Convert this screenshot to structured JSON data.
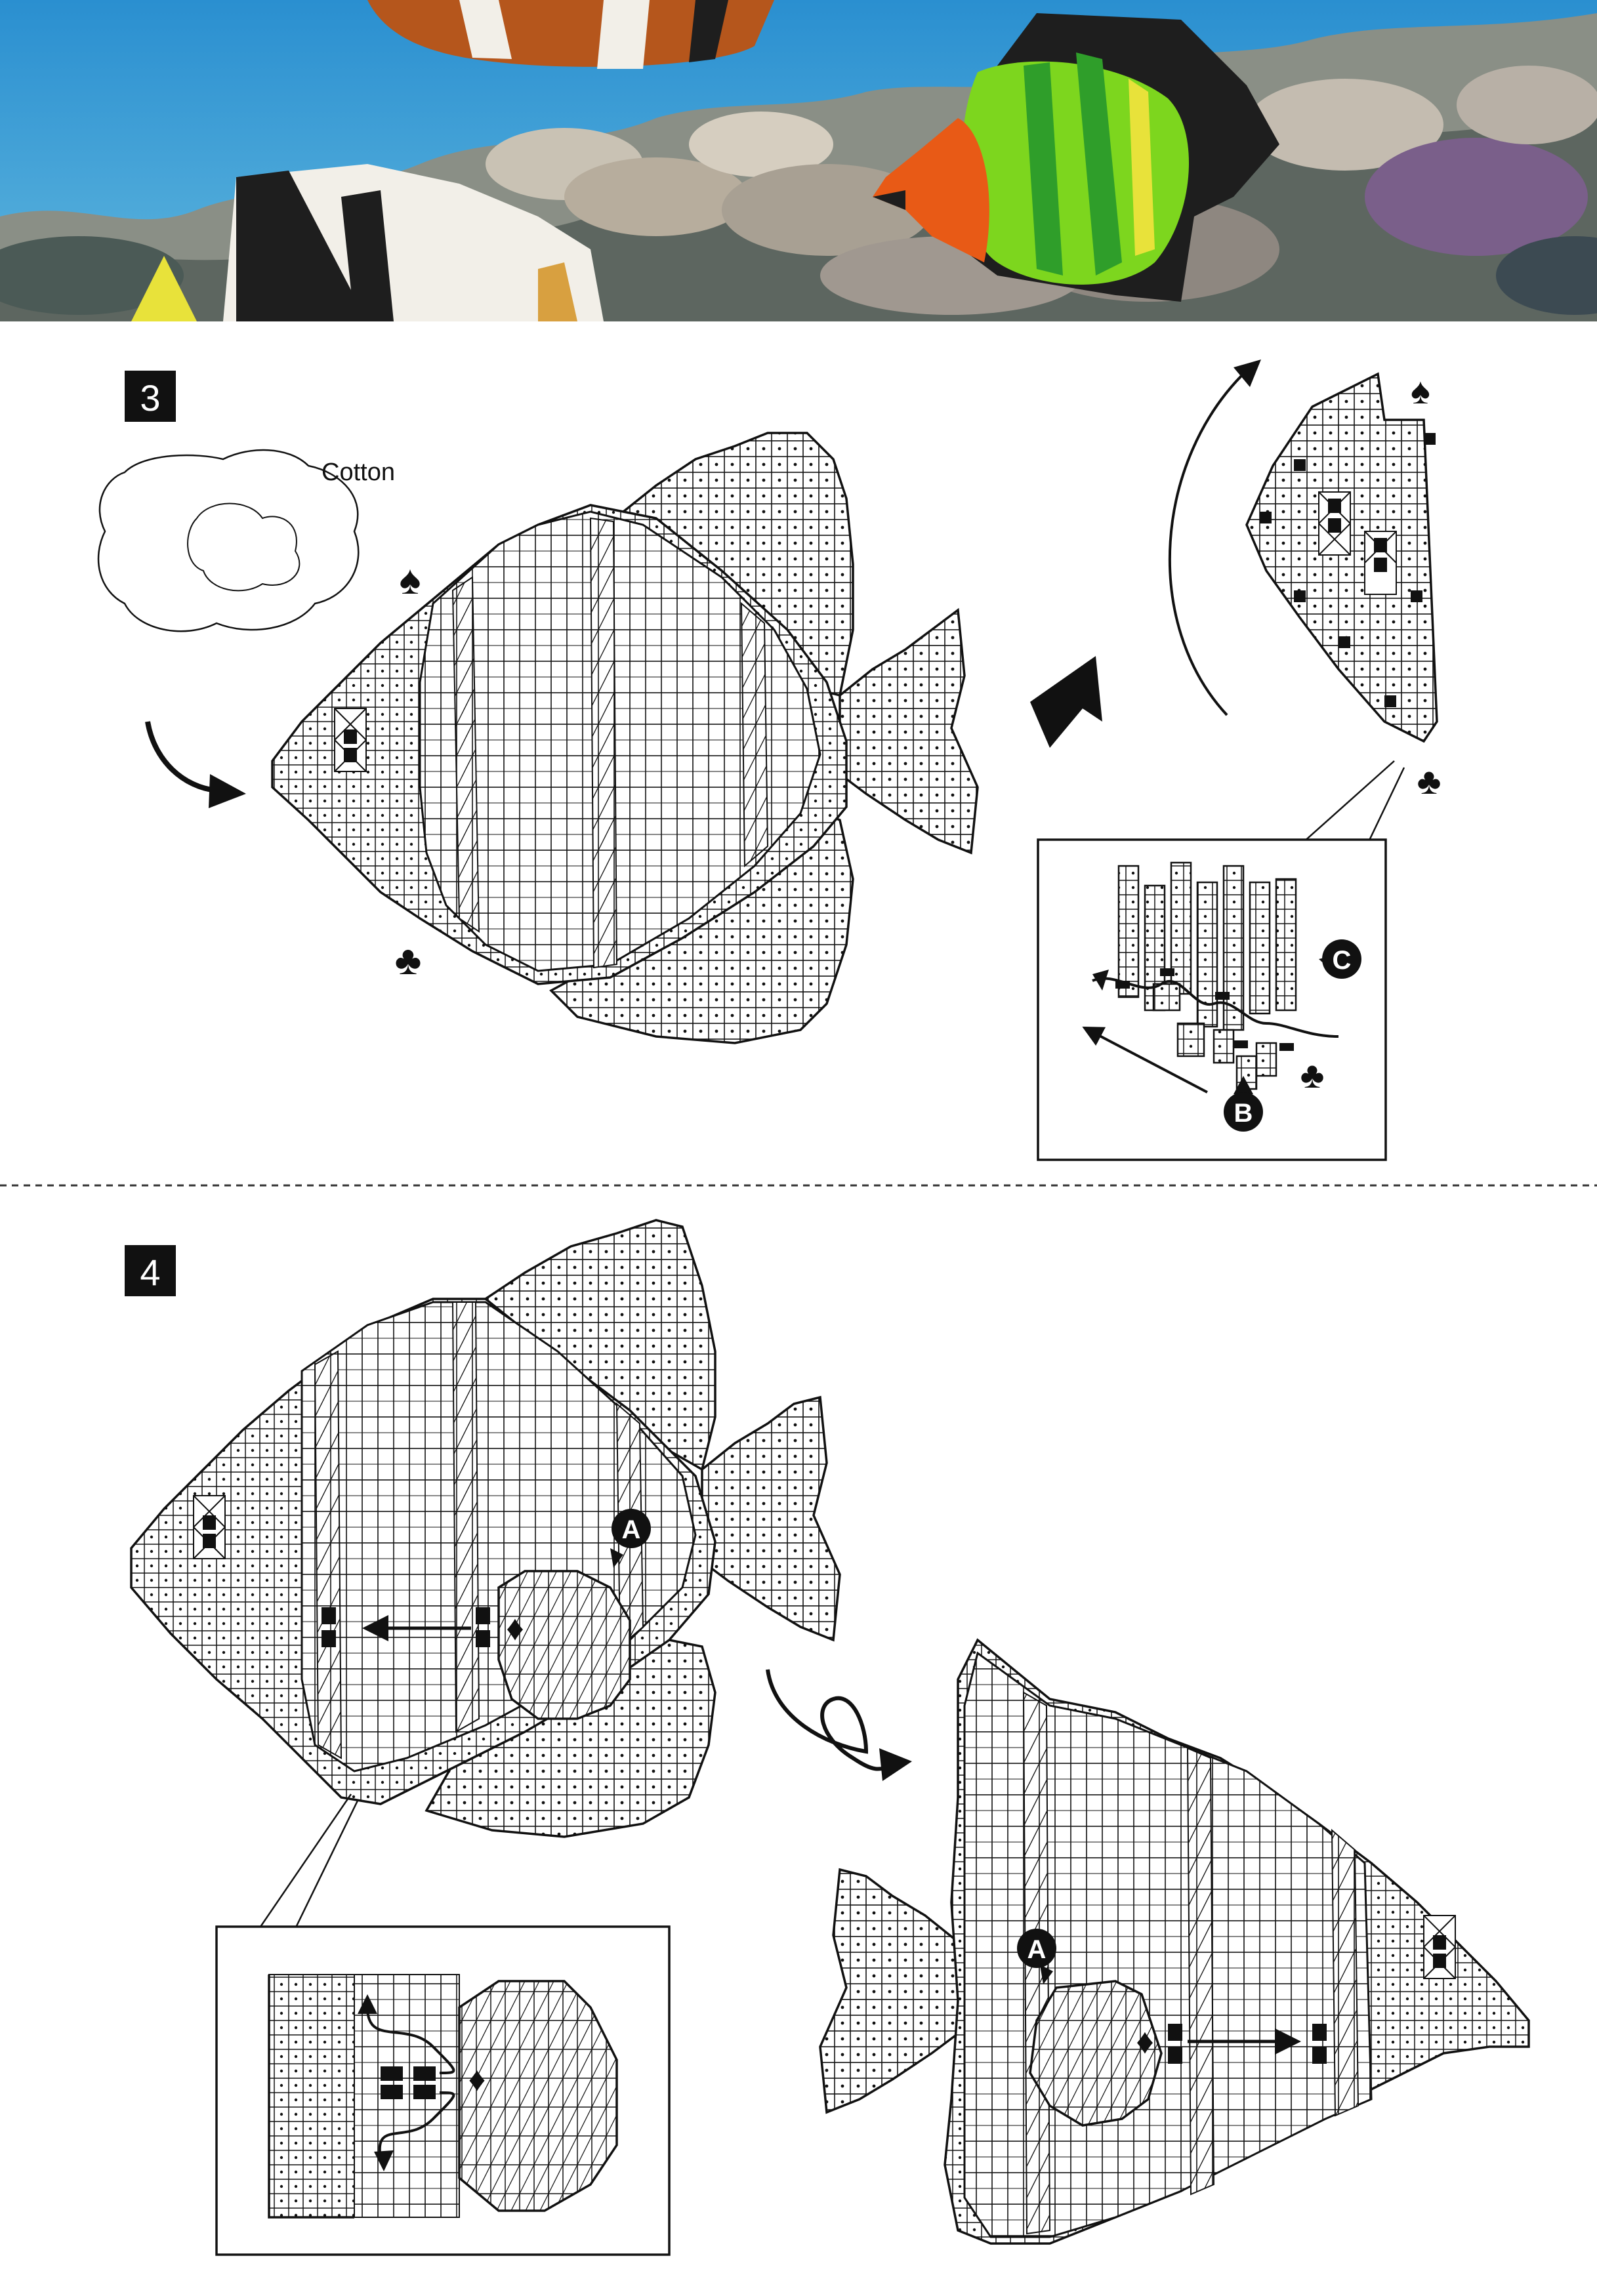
{
  "banner": {
    "colors": {
      "water_top": "#2a8fd0",
      "water_bottom": "#5fb6de",
      "reef_dark": "#3c4a52",
      "reef_mid": "#8a8f86",
      "reef_light": "#c9c2b4",
      "bead_black": "#1e1e1e",
      "bead_lime": "#7dd61e",
      "bead_green": "#2f9e2a",
      "bead_yellow": "#e8e23a",
      "bead_orange": "#e85a16",
      "bead_white": "#f2efe8",
      "bead_brown": "#b5561c"
    }
  },
  "steps": {
    "step3": {
      "number": "3",
      "cotton_label": "Cotton"
    },
    "step4": {
      "number": "4"
    }
  },
  "markers": {
    "A": "A",
    "B": "B",
    "C": "C"
  },
  "symbols": {
    "spade": "♠",
    "club": "♣",
    "diamond": "♦"
  },
  "colors": {
    "ink": "#111111",
    "paper": "#ffffff",
    "divider": "#333333"
  }
}
